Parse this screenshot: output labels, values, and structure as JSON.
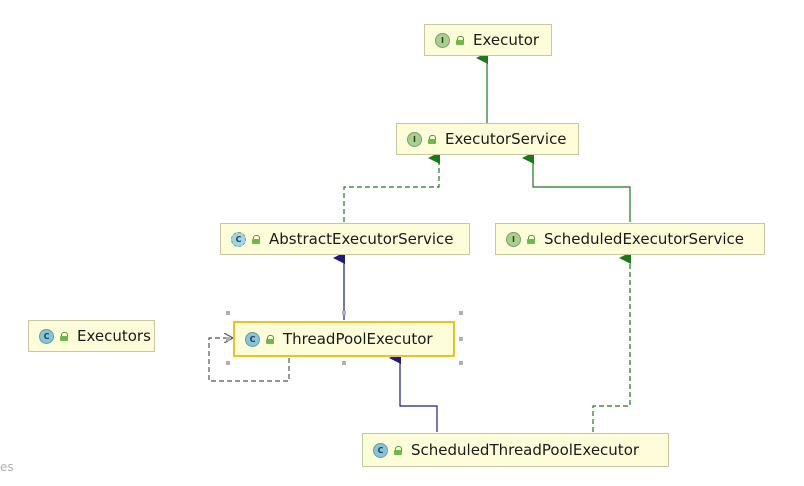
{
  "nodes": {
    "executor": {
      "label": "Executor",
      "kind": "interface",
      "badge": "I"
    },
    "executor_service": {
      "label": "ExecutorService",
      "kind": "interface",
      "badge": "I"
    },
    "abstract_executor_service": {
      "label": "AbstractExecutorService",
      "kind": "abstract-class",
      "badge": "C"
    },
    "scheduled_executor_service": {
      "label": "ScheduledExecutorService",
      "kind": "interface",
      "badge": "I"
    },
    "executors": {
      "label": "Executors",
      "kind": "class",
      "badge": "C"
    },
    "thread_pool_executor": {
      "label": "ThreadPoolExecutor",
      "kind": "class",
      "badge": "C",
      "selected": true
    },
    "scheduled_thread_pool_executor": {
      "label": "ScheduledThreadPoolExecutor",
      "kind": "class",
      "badge": "C"
    }
  },
  "edges": [
    {
      "from": "executor_service",
      "to": "executor",
      "type": "extends-interface",
      "color": "#1a7a1a"
    },
    {
      "from": "abstract_executor_service",
      "to": "executor_service",
      "type": "implements",
      "color": "#1a7a1a"
    },
    {
      "from": "scheduled_executor_service",
      "to": "executor_service",
      "type": "extends-interface",
      "color": "#1a7a1a"
    },
    {
      "from": "thread_pool_executor",
      "to": "abstract_executor_service",
      "type": "extends",
      "color": "#1a1a8a"
    },
    {
      "from": "scheduled_thread_pool_executor",
      "to": "thread_pool_executor",
      "type": "extends",
      "color": "#1a1a8a"
    },
    {
      "from": "scheduled_thread_pool_executor",
      "to": "scheduled_executor_service",
      "type": "implements",
      "color": "#1a7a1a"
    },
    {
      "from": "thread_pool_executor",
      "to": "thread_pool_executor",
      "type": "self-dependency",
      "color": "#555555"
    }
  ],
  "corner_text": "es"
}
